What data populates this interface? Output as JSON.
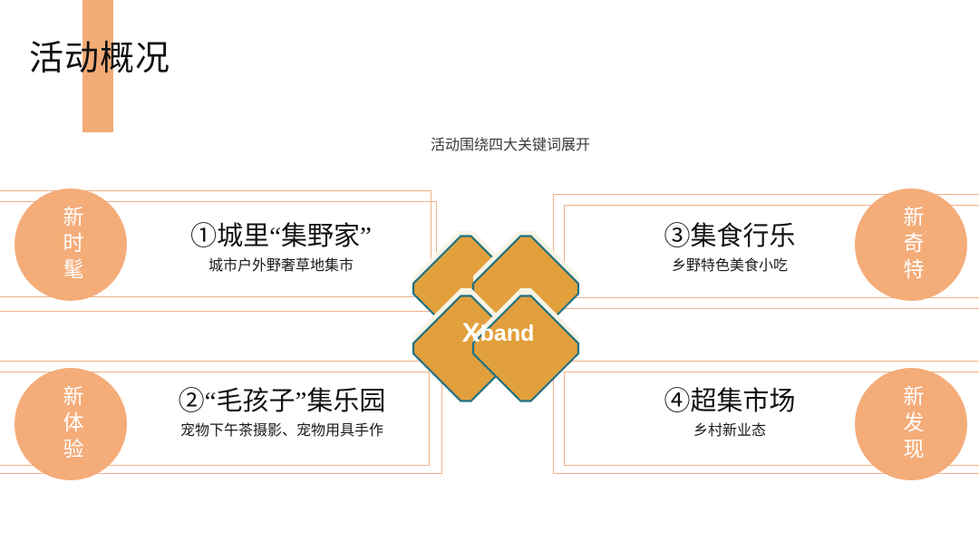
{
  "slide": {
    "title": "活动概况",
    "subtitle": "活动围绕四大关键词展开",
    "accent_orange": "#f3ab76",
    "frame_line_color": "#f0b189",
    "logo_tile_color": "#e2a03c",
    "logo_outline_color": "#1f7183",
    "background": "#ffffff"
  },
  "center_logo": {
    "mark": "x-logo",
    "brand_x": "X",
    "brand_rest": "band"
  },
  "keywords": [
    {
      "id": "top-left",
      "text": "新时髦"
    },
    {
      "id": "bottom-left",
      "text": "新体验"
    },
    {
      "id": "top-right",
      "text": "新奇特"
    },
    {
      "id": "bottom-right",
      "text": "新发现"
    }
  ],
  "quadrants": [
    {
      "id": "q1",
      "title": "①城里“集野家”",
      "subtitle": "城市户外野奢草地集市"
    },
    {
      "id": "q2",
      "title": "②“毛孩子”集乐园",
      "subtitle": "宠物下午茶摄影、宠物用具手作"
    },
    {
      "id": "q3",
      "title": "③集食行乐",
      "subtitle": "乡野特色美食小吃"
    },
    {
      "id": "q4",
      "title": "④超集市场",
      "subtitle": "乡村新业态"
    }
  ]
}
